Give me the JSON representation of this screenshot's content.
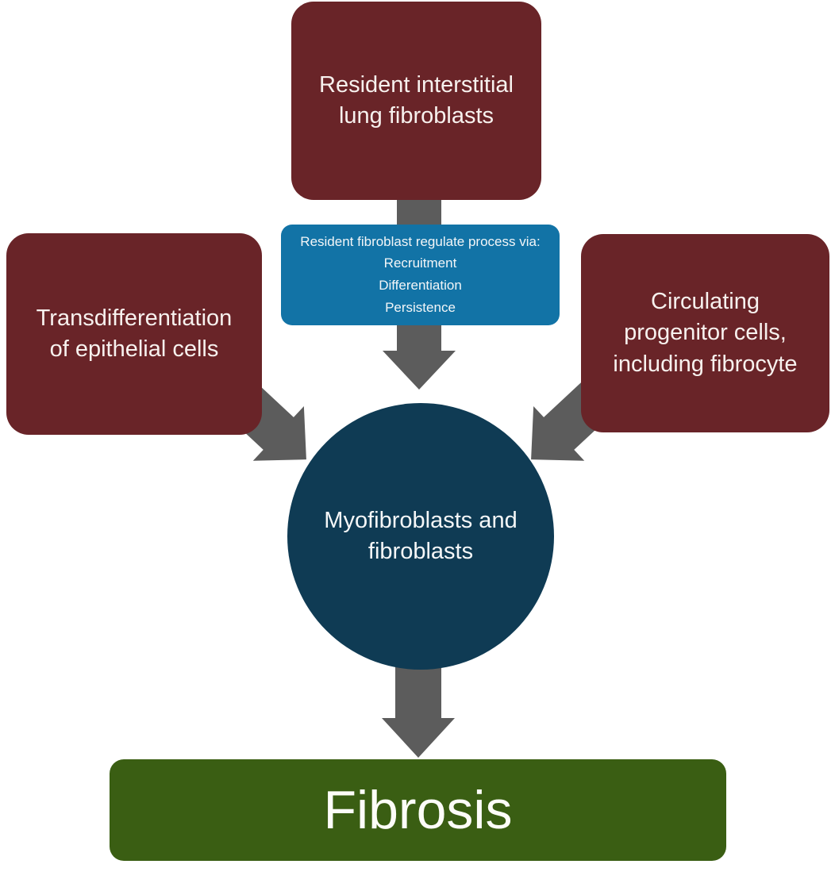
{
  "diagram": {
    "title_semantic": "Origins of myofibroblasts and fibroblasts leading to fibrosis",
    "colors": {
      "source_box": "#692428",
      "process_box": "#1273a6",
      "center_circle": "#0f3b54",
      "outcome_box": "#3a5e13",
      "arrow_gray": "#5c5c5c",
      "background": "#ffffff",
      "text": "#f7f1ee"
    },
    "nodes": {
      "top_box": {
        "label": "Resident interstitial lung fibroblasts"
      },
      "process_box": {
        "title": "Resident fibroblast regulate process via:",
        "items": [
          "Recruitment",
          "Differentiation",
          "Persistence"
        ]
      },
      "left_box": {
        "label": "Transdifferentiation of epithelial cells"
      },
      "right_box": {
        "label": "Circulating progenitor cells, including fibrocyte"
      },
      "center_circle": {
        "label": "Myofibroblasts and fibroblasts"
      },
      "outcome_box": {
        "label": "Fibrosis"
      }
    },
    "edges": [
      "top_box -> process_box",
      "process_box -> center_circle",
      "left_box -> center_circle",
      "right_box -> center_circle",
      "center_circle -> outcome_box"
    ]
  }
}
